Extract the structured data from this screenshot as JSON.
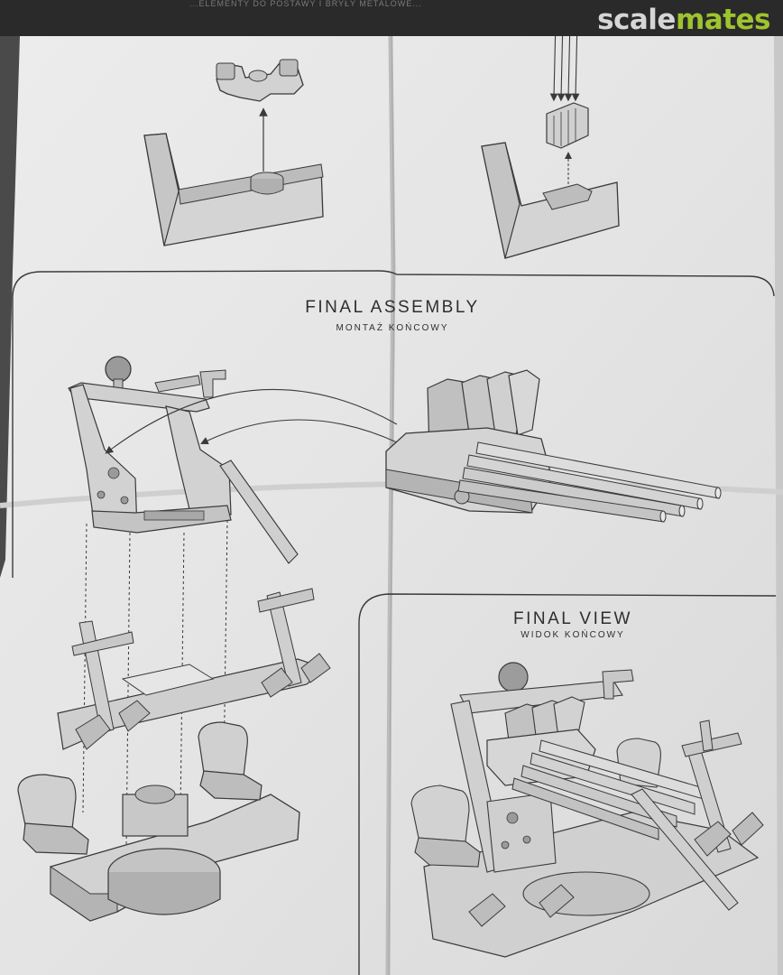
{
  "header_fragment": "...ELEMENTY DO POSTAWY I BRYŁY METALOWE...",
  "watermark": {
    "part1": "scale",
    "part2": "mates"
  },
  "final_assembly": {
    "title": "FINAL ASSEMBLY",
    "subtitle": "MONTAŻ KOŃCOWY"
  },
  "final_view": {
    "title": "FINAL VIEW",
    "subtitle": "WIDOK KOŃCOWY"
  },
  "colors": {
    "paper": "#e9e9e9",
    "paper_shadow": "#cfcfcf",
    "line": "#3a3a3a",
    "part_light": "#d8d8d8",
    "part_mid": "#bdbdbd",
    "part_dark": "#8e8e8e",
    "watermark_bar": "#2a2a2a",
    "watermark_accent": "#9ec42e"
  }
}
